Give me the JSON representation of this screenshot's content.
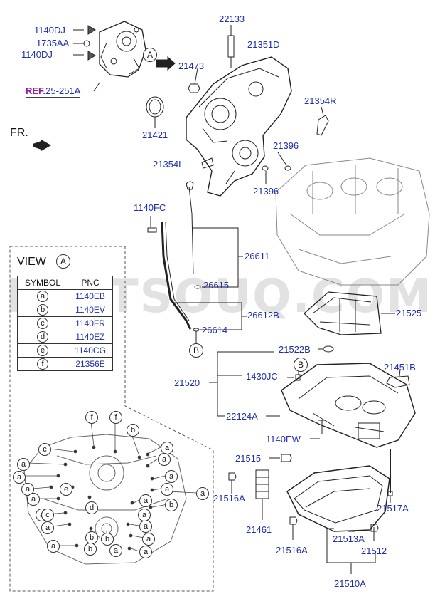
{
  "callouts": [
    {
      "id": "1140DJ-top",
      "text": "1140DJ"
    },
    {
      "id": "1735AA",
      "text": "1735AA"
    },
    {
      "id": "1140DJ-bottom",
      "text": "1140DJ"
    },
    {
      "id": "22133",
      "text": "22133"
    },
    {
      "id": "21351D",
      "text": "21351D"
    },
    {
      "id": "21473",
      "text": "21473"
    },
    {
      "id": "21354R",
      "text": "21354R"
    },
    {
      "id": "21421",
      "text": "21421"
    },
    {
      "id": "21396-a",
      "text": "21396"
    },
    {
      "id": "21354L",
      "text": "21354L"
    },
    {
      "id": "21396-b",
      "text": "21396"
    },
    {
      "id": "1140FC",
      "text": "1140FC"
    },
    {
      "id": "26611",
      "text": "26611"
    },
    {
      "id": "26615",
      "text": "26615"
    },
    {
      "id": "26612B",
      "text": "26612B"
    },
    {
      "id": "21525",
      "text": "21525"
    },
    {
      "id": "26614",
      "text": "26614"
    },
    {
      "id": "21522B",
      "text": "21522B"
    },
    {
      "id": "21451B",
      "text": "21451B"
    },
    {
      "id": "1430JC",
      "text": "1430JC"
    },
    {
      "id": "21520",
      "text": "21520"
    },
    {
      "id": "22124A",
      "text": "22124A"
    },
    {
      "id": "1140EW",
      "text": "1140EW"
    },
    {
      "id": "21515",
      "text": "21515"
    },
    {
      "id": "21516A-a",
      "text": "21516A"
    },
    {
      "id": "21517A",
      "text": "21517A"
    },
    {
      "id": "21461",
      "text": "21461"
    },
    {
      "id": "21513A",
      "text": "21513A"
    },
    {
      "id": "21512",
      "text": "21512"
    },
    {
      "id": "21516A-b",
      "text": "21516A"
    },
    {
      "id": "21510A",
      "text": "21510A"
    }
  ],
  "reference": {
    "prefix": "REF.",
    "code": "25-251A"
  },
  "direction_label": "FR.",
  "view_markers": {
    "A": "A",
    "B": "B"
  },
  "watermark": "PARTSOUQ.COM",
  "view": {
    "title": "VIEW",
    "letter": "A",
    "headers": [
      "SYMBOL",
      "PNC"
    ],
    "rows": [
      {
        "symbol": "a",
        "pnc": "1140EB"
      },
      {
        "symbol": "b",
        "pnc": "1140EV"
      },
      {
        "symbol": "c",
        "pnc": "1140FR"
      },
      {
        "symbol": "d",
        "pnc": "1140EZ"
      },
      {
        "symbol": "e",
        "pnc": "1140CG"
      },
      {
        "symbol": "f",
        "pnc": "21356E"
      }
    ]
  },
  "bolt_symbols": [
    "f",
    "f",
    "b",
    "c",
    "a",
    "a",
    "a",
    "a",
    "a",
    "a",
    "a",
    "e",
    "a",
    "a",
    "a",
    "a",
    "c",
    "d",
    "b",
    "a",
    "a",
    "b",
    "a",
    "a",
    "a",
    "a",
    "b",
    "b",
    "a"
  ],
  "colors": {
    "callout": "#1f2fae",
    "reference_prefix": "#8a1ea0",
    "line": "#222222"
  }
}
